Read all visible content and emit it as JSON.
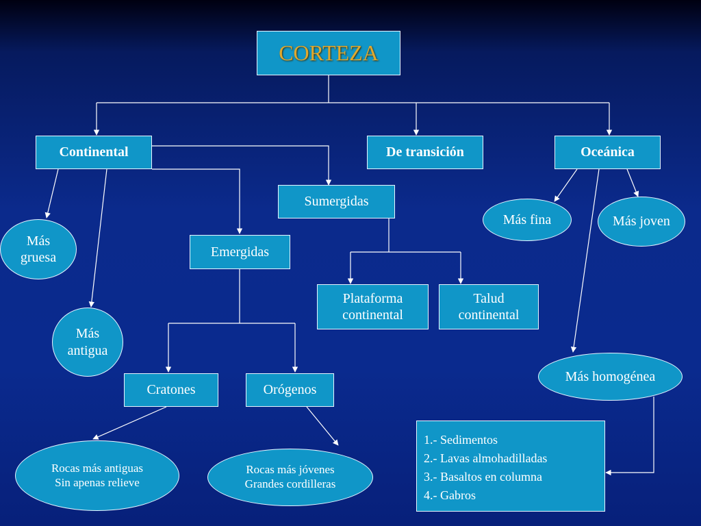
{
  "nodes": {
    "corteza": "CORTEZA",
    "continental": "Continental",
    "transicion": "De transición",
    "oceanica": "Oceánica",
    "sumergidas": "Sumergidas",
    "emergidas": "Emergidas",
    "plataforma_1": "Plataforma",
    "plataforma_2": "continental",
    "talud_1": "Talud",
    "talud_2": "continental",
    "cratones": "Cratones",
    "orogenos": "Orógenos",
    "mas_gruesa_1": "Más",
    "mas_gruesa_2": "gruesa",
    "mas_antigua_1": "Más",
    "mas_antigua_2": "antigua",
    "mas_fina": "Más fina",
    "mas_joven": "Más joven",
    "mas_homogenea": "Más homogénea",
    "rocas_antiguas_1": "Rocas más antiguas",
    "rocas_antiguas_2": "Sin apenas relieve",
    "rocas_jovenes_1": "Rocas más jóvenes",
    "rocas_jovenes_2": "Grandes cordilleras"
  },
  "ocean_list": [
    "1.- Sedimentos",
    "2.- Lavas almohadilladas",
    "3.- Basaltos en columna",
    "4.- Gabros"
  ]
}
